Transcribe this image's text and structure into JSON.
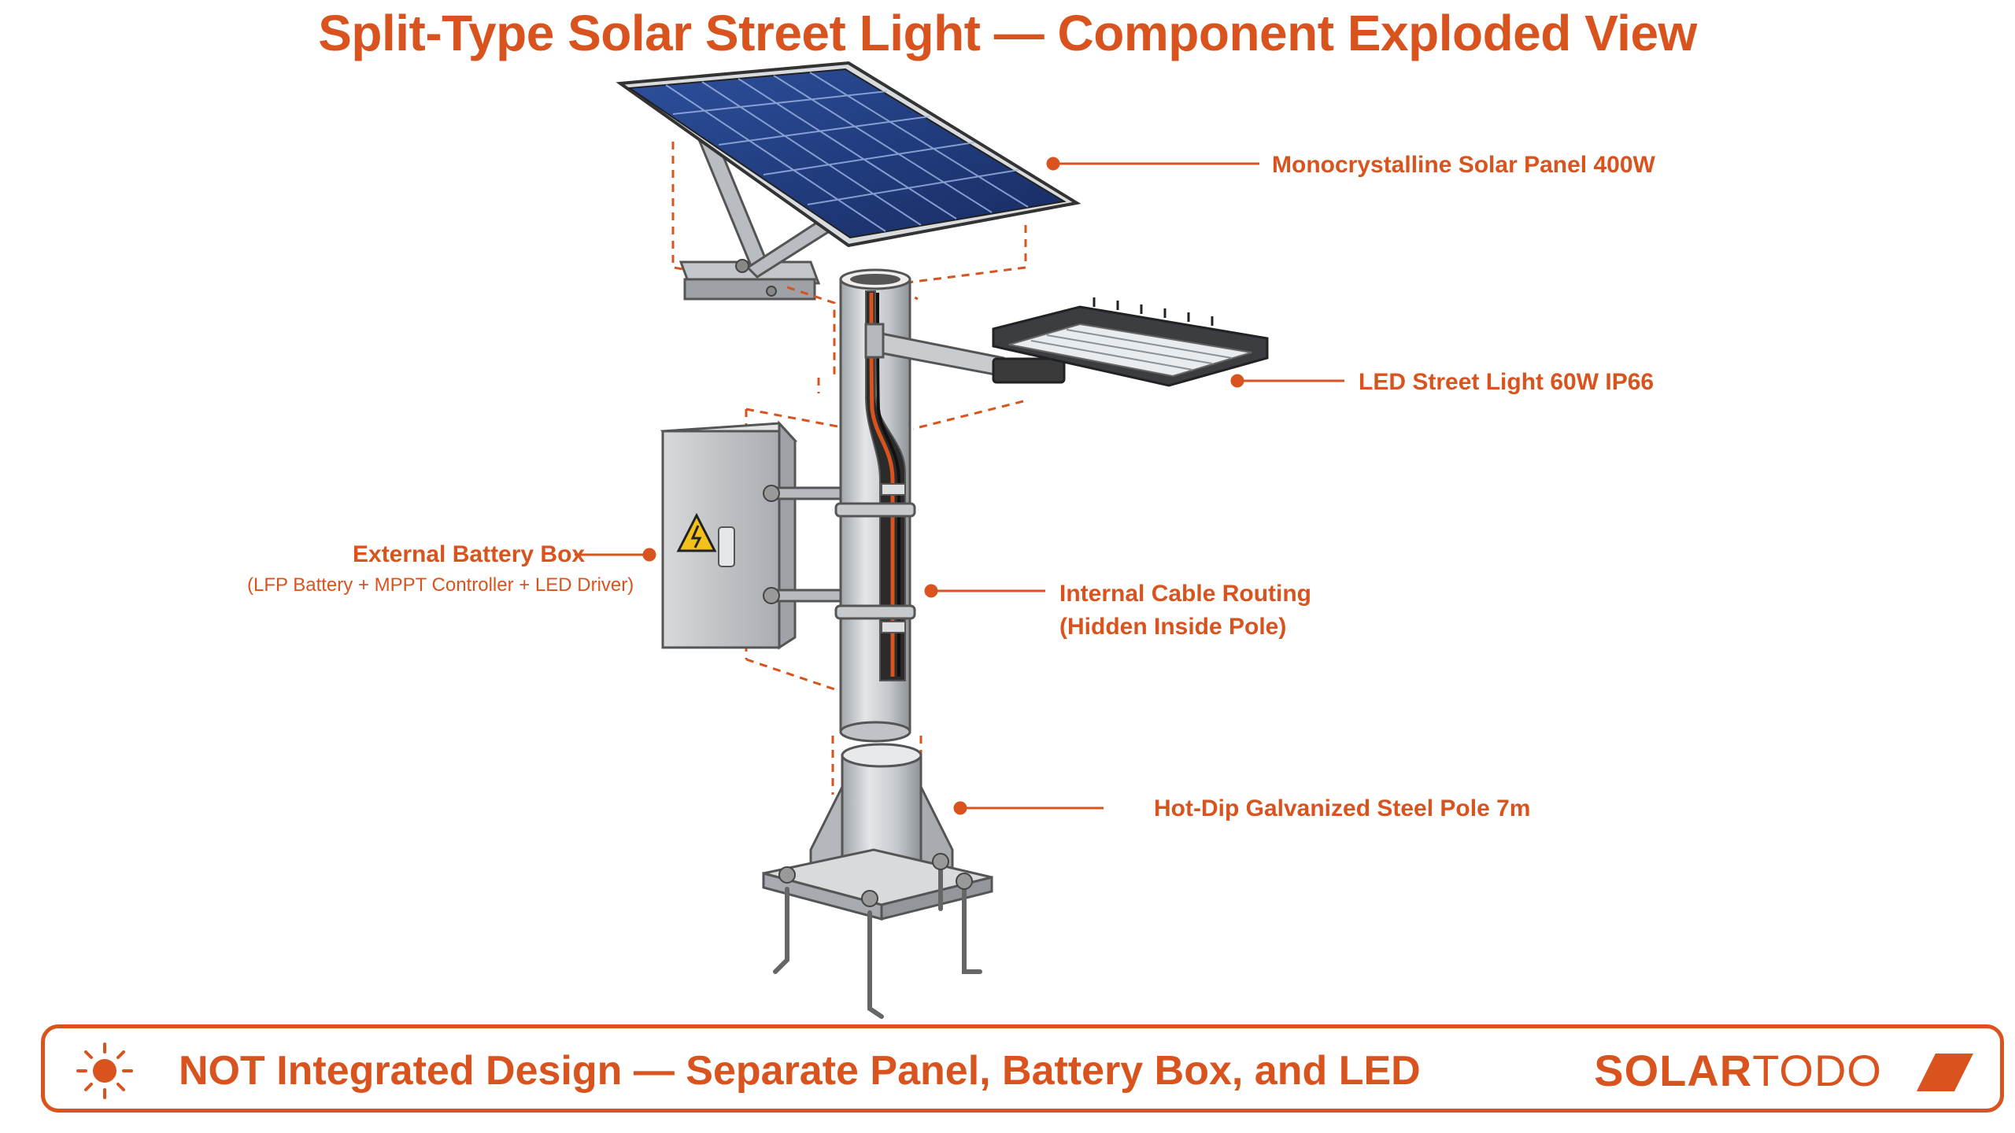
{
  "title": "Split-Type Solar Street Light — Component Exploded View",
  "labels": {
    "solar_panel": "Monocrystalline Solar Panel 400W",
    "led_light": "LED Street Light 60W IP66",
    "battery_box": "External Battery Box",
    "battery_box_detail": "(LFP Battery + MPPT Controller + LED Driver)",
    "cable_routing_line1": "Internal Cable Routing",
    "cable_routing_line2": "(Hidden Inside Pole)",
    "pole": "Hot-Dip Galvanized Steel Pole 7m"
  },
  "footer": {
    "message": "NOT Integrated Design — Separate Panel, Battery Box, and LED",
    "brand_bold": "SOLAR",
    "brand_light": "TODO",
    "icon": "sun-icon"
  },
  "colors": {
    "accent": "#d9531e",
    "panel": "#1f3a7a",
    "steel": "#c9ccd0",
    "box": "#bfc2c5"
  }
}
